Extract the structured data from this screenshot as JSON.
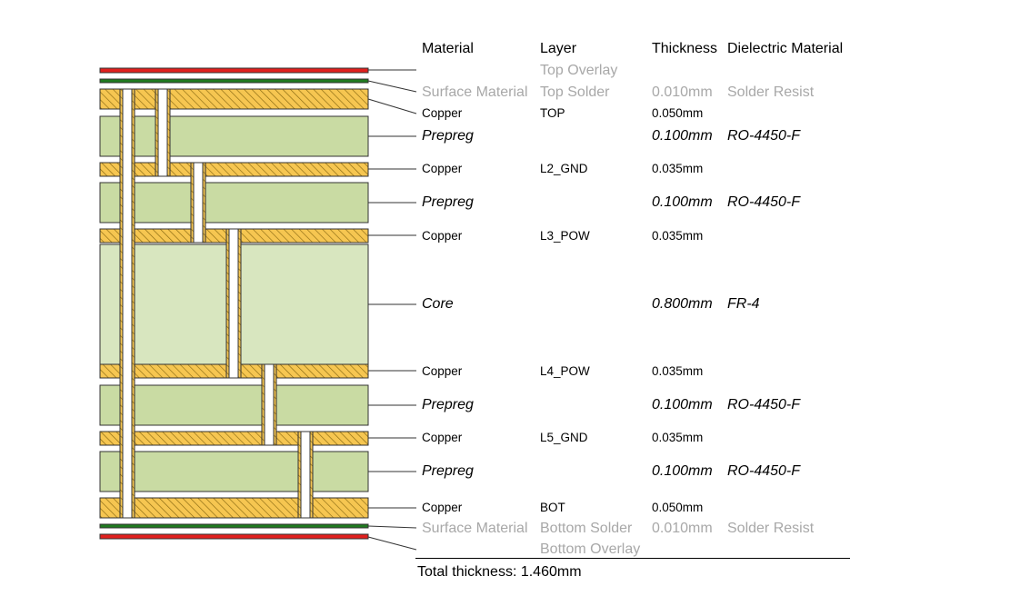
{
  "headers": {
    "material": "Material",
    "layer": "Layer",
    "thickness": "Thickness",
    "dielectric": "Dielectric Material"
  },
  "rows": [
    {
      "material": "",
      "layer": "Top Overlay",
      "thickness": "",
      "dielectric": "",
      "style": "grey"
    },
    {
      "material": "Surface Material",
      "layer": "Top Solder",
      "thickness": "0.010mm",
      "dielectric": "Solder Resist",
      "style": "grey"
    },
    {
      "material": "Copper",
      "layer": "TOP",
      "thickness": "0.050mm",
      "dielectric": "",
      "style": "copper"
    },
    {
      "material": "Prepreg",
      "layer": "",
      "thickness": "0.100mm",
      "dielectric": "RO-4450-F",
      "style": "dielectric"
    },
    {
      "material": "Copper",
      "layer": "L2_GND",
      "thickness": "0.035mm",
      "dielectric": "",
      "style": "copper"
    },
    {
      "material": "Prepreg",
      "layer": "",
      "thickness": "0.100mm",
      "dielectric": "RO-4450-F",
      "style": "dielectric"
    },
    {
      "material": "Copper",
      "layer": "L3_POW",
      "thickness": "0.035mm",
      "dielectric": "",
      "style": "copper"
    },
    {
      "material": "Core",
      "layer": "",
      "thickness": "0.800mm",
      "dielectric": "FR-4",
      "style": "dielectric"
    },
    {
      "material": "Copper",
      "layer": "L4_POW",
      "thickness": "0.035mm",
      "dielectric": "",
      "style": "copper"
    },
    {
      "material": "Prepreg",
      "layer": "",
      "thickness": "0.100mm",
      "dielectric": "RO-4450-F",
      "style": "dielectric"
    },
    {
      "material": "Copper",
      "layer": "L5_GND",
      "thickness": "0.035mm",
      "dielectric": "",
      "style": "copper"
    },
    {
      "material": "Prepreg",
      "layer": "",
      "thickness": "0.100mm",
      "dielectric": "RO-4450-F",
      "style": "dielectric"
    },
    {
      "material": "Copper",
      "layer": "BOT",
      "thickness": "0.050mm",
      "dielectric": "",
      "style": "copper"
    },
    {
      "material": "Surface Material",
      "layer": "Bottom Solder",
      "thickness": "0.010mm",
      "dielectric": "Solder Resist",
      "style": "grey"
    },
    {
      "material": "",
      "layer": "Bottom Overlay",
      "thickness": "",
      "dielectric": "",
      "style": "grey"
    }
  ],
  "total": {
    "text": "Total thickness: 1.460mm"
  },
  "colors": {
    "overlay": "#e0201e",
    "solder": "#1f7a1f",
    "copper_fill": "#f6c651",
    "copper_hatch": "#8a6a12",
    "dielectric": "#c9dba3",
    "core": "#d8e6bf",
    "via": "#ffffff",
    "outline": "#333333",
    "grey_text": "#a8a8a8"
  }
}
